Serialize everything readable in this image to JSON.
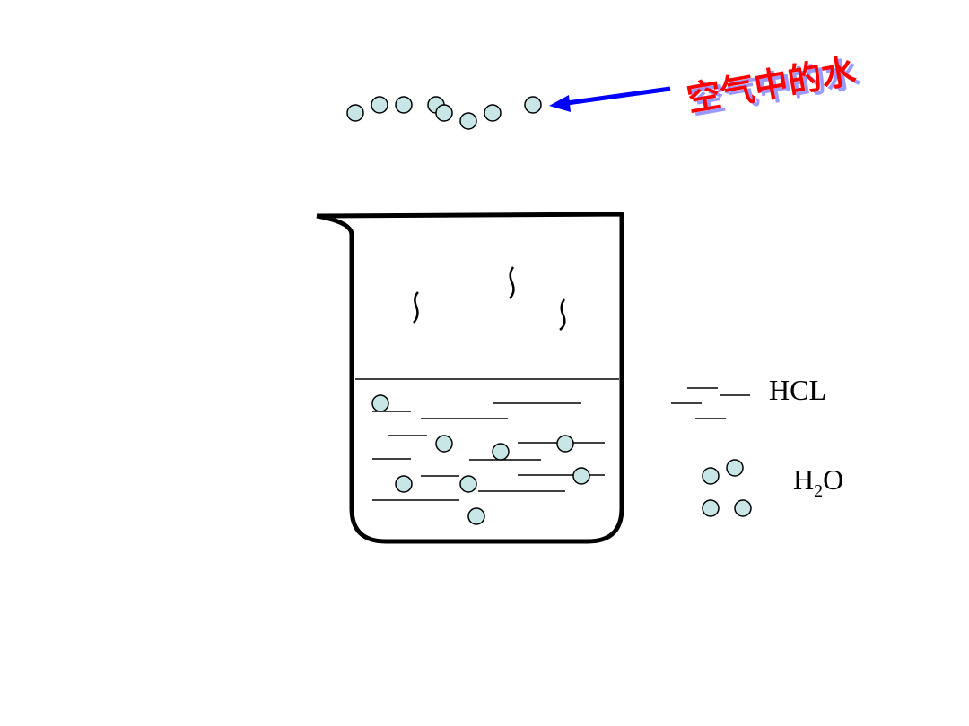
{
  "annotation": {
    "label": "空气中的水",
    "text_color": "#ff0000",
    "shadow_color": "#9999ff",
    "arrow_color": "#0000ff"
  },
  "legend": {
    "hcl_label": "HCL",
    "h2o_main_1": "H",
    "h2o_sub": "2",
    "h2o_main_2": "O"
  },
  "colors": {
    "molecule_fill": "#c8e6e6",
    "outline": "#000000"
  }
}
